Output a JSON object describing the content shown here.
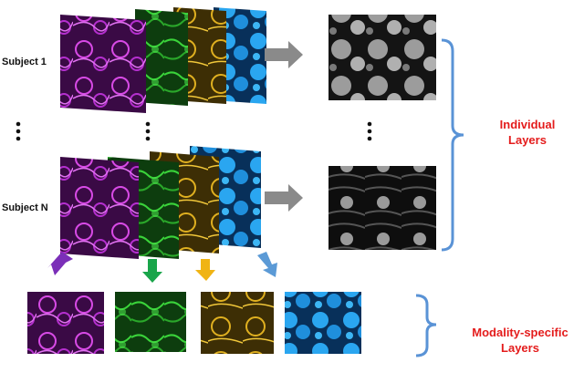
{
  "labels": {
    "subject_1": "Subject 1",
    "subject_n": "Subject N",
    "individual": "Individual Layers",
    "modality": "Modality-specific Layers"
  },
  "colors": {
    "magenta": "#a020b0",
    "green": "#27a32a",
    "yellow": "#c99a10",
    "blue": "#1a7fd6",
    "gray": "#8a8a8a",
    "bracket": "#5a93d6",
    "label_red": "#e41c1c"
  },
  "arrows": {
    "down_colors": [
      "#7b2fb8",
      "#19a54a",
      "#f0b414",
      "#5b9ad6"
    ]
  }
}
